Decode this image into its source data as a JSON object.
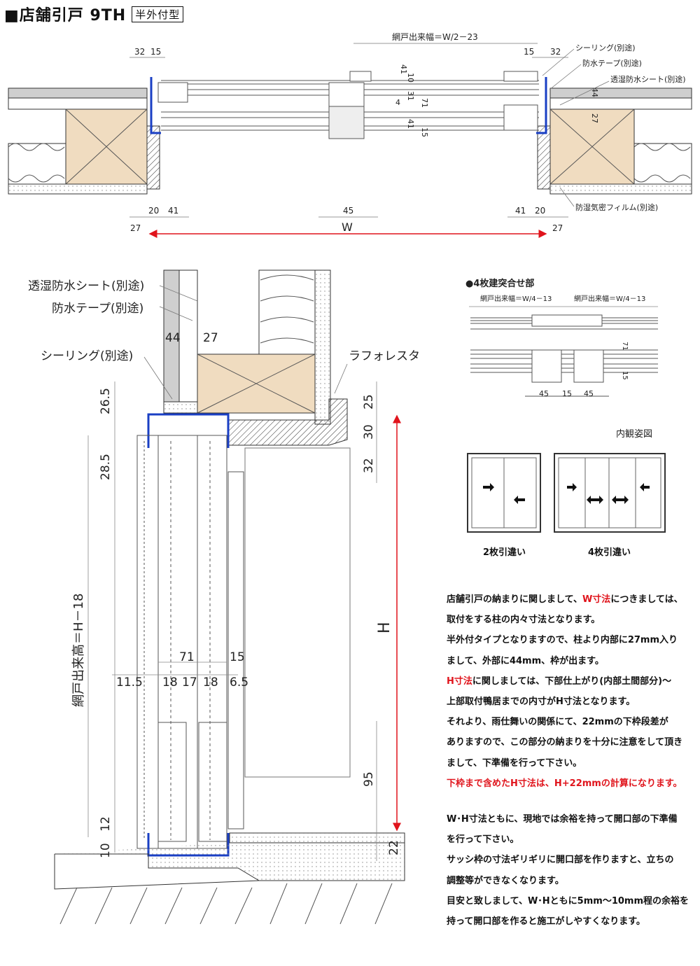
{
  "header": {
    "title": "■店舗引戸 9TH",
    "tag": "半外付型"
  },
  "plan": {
    "net_width": "網戸出来幅＝W/2－23",
    "dims_top_left": [
      "32",
      "15"
    ],
    "dims_top_right": [
      "15",
      "32"
    ],
    "dims_vertical": [
      "10",
      "31",
      "4",
      "71",
      "41",
      "41",
      "15",
      "44",
      "27"
    ],
    "dims_bottom_left": [
      "20",
      "41",
      "27"
    ],
    "dims_bottom_mid": "45",
    "dims_bottom_right": [
      "41",
      "20",
      "27"
    ],
    "w_label": "W",
    "labels": [
      "シーリング(別途)",
      "防水テープ(別途)",
      "透湿防水シート(別途)",
      "防湿気密フィルム(別途)"
    ]
  },
  "section": {
    "labels": [
      "透湿防水シート(別途)",
      "防水テープ(別途)",
      "シーリング(別途)",
      "ラフォレスタ"
    ],
    "dims_top": [
      "44",
      "27"
    ],
    "dims_left": [
      "26.5",
      "28.5",
      "12",
      "10"
    ],
    "dims_right": [
      "25",
      "30",
      "32",
      "95",
      "22"
    ],
    "net_height": "網戸出来高＝H－18",
    "h_label": "H",
    "dims_mid_top": [
      "71",
      "15"
    ],
    "dims_mid": [
      "11.5",
      "18",
      "17",
      "18",
      "6.5"
    ]
  },
  "joint": {
    "heading": "●4枚建突合せ部",
    "net_width": "網戸出来幅＝W/4－13",
    "dims_right": [
      "71",
      "15"
    ],
    "dims_bottom": [
      "45",
      "15",
      "45"
    ]
  },
  "interior": {
    "heading": "内観姿図",
    "cap_2": "2枚引違い",
    "cap_4": "4枚引違い"
  },
  "notes": {
    "p1_a": "店舗引戸の納まりに関しまして、",
    "p1_red": "W寸法",
    "p1_b": "につきましては、",
    "p1_c": "取付をする柱の内々寸法となります。",
    "p2_a": "半外付タイプとなりますので、柱より内部に27mm入り",
    "p2_b": "まして、外部に44mm、枠が出ます。",
    "p3_red": "H寸法",
    "p3_a": "に関しましては、下部仕上がり(内部土間部分)～",
    "p3_b": "上部取付鴨居までの内寸がH寸法となります。",
    "p3_c": "それより、雨仕舞いの関係にて、22mmの下枠段差が",
    "p3_d": "ありますので、この部分の納まりを十分に注意をして頂き",
    "p3_e": "まして、下準備を行って下さい。",
    "p4_red": "下枠まで含めたH寸法は、H+22mmの計算になります。",
    "p5_a": "W･H寸法ともに、現地では余裕を持って開口部の下準備",
    "p5_b": "を行って下さい。",
    "p5_c": "サッシ枠の寸法ギリギリに開口部を作りますと、立ちの",
    "p5_d": "調整等ができなくなります。",
    "p5_e": "目安と致しまして、W･Hともに5mm～10mm程の余裕を",
    "p5_f": "持って開口部を作ると施工がしやすくなります。"
  },
  "colors": {
    "frame": "#1a3fc4",
    "arrow": "#e0141c",
    "wood": "#f0dcc0"
  }
}
